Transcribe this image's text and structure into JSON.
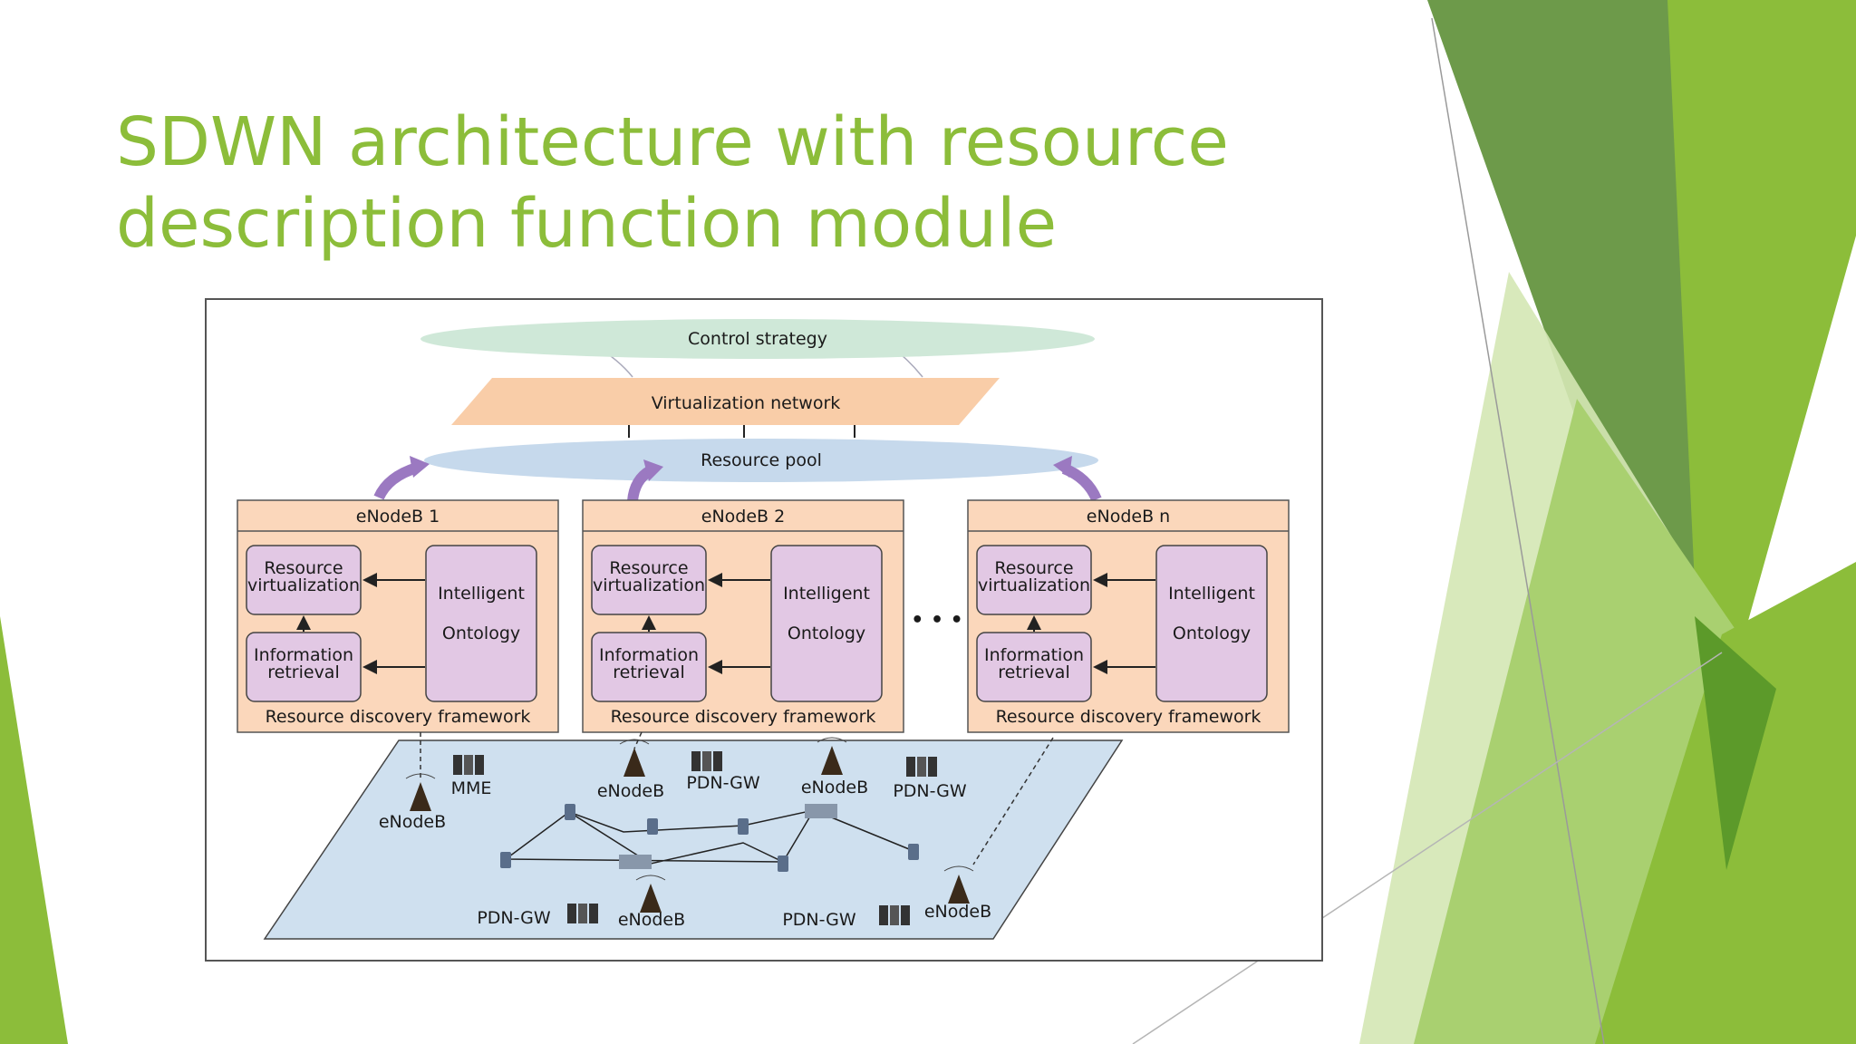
{
  "slide": {
    "title_line1": "SDWN architecture with resource",
    "title_line2": "description function module"
  },
  "diagram": {
    "control_strategy": "Control strategy",
    "virtualization_network": "Virtualization network",
    "resource_pool": "Resource pool",
    "dots": "• • •",
    "enodeb_boxes": [
      {
        "title": "eNodeB 1",
        "resource_virtualization_1": "Resource",
        "resource_virtualization_2": "virtualization",
        "information_retrieval_1": "Information",
        "information_retrieval_2": "retrieval",
        "intelligent": "Intelligent",
        "ontology": "Ontology",
        "footer": "Resource discovery framework"
      },
      {
        "title": "eNodeB 2",
        "resource_virtualization_1": "Resource",
        "resource_virtualization_2": "virtualization",
        "information_retrieval_1": "Information",
        "information_retrieval_2": "retrieval",
        "intelligent": "Intelligent",
        "ontology": "Ontology",
        "footer": "Resource discovery framework"
      },
      {
        "title": "eNodeB n",
        "resource_virtualization_1": "Resource",
        "resource_virtualization_2": "virtualization",
        "information_retrieval_1": "Information",
        "information_retrieval_2": "retrieval",
        "intelligent": "Intelligent",
        "ontology": "Ontology",
        "footer": "Resource discovery framework"
      }
    ],
    "network_labels": {
      "mme": "MME",
      "enodeb_left": "eNodeB",
      "enodeb_top_center": "eNodeB",
      "pdn_gw_top_center": "PDN-GW",
      "enodeb_top_right": "eNodeB",
      "pdn_gw_top_right": "PDN-GW",
      "pdn_gw_bottom_left": "PDN-GW",
      "enodeb_bottom_center": "eNodeB",
      "pdn_gw_bottom_right": "PDN-GW",
      "enodeb_bottom_right": "eNodeB"
    }
  },
  "colors": {
    "title_green": "#8cbd3a",
    "control_ellipse": "#cfe8d8",
    "virtualization_orange": "#f9cda8",
    "resource_pool_blue": "#c6d9ec",
    "enodeb_box_fill": "#fbd7bb",
    "module_purple": "#e2c8e4",
    "arrow_purple": "#9b79c1",
    "network_plane": "#cfe0ef"
  }
}
